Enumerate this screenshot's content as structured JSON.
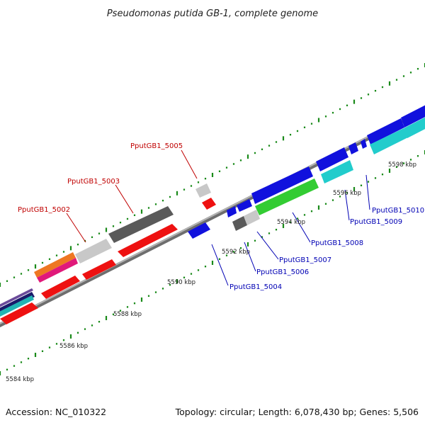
{
  "title": "Pseudomonas putida GB-1, complete genome",
  "footer": {
    "accession": "Accession: NC_010322",
    "summary": "Topology: circular; Length: 6,078,430 bp; Genes: 5,506"
  },
  "scale_labels": [
    "5584 kbp",
    "5586 kbp",
    "5588 kbp",
    "5590 kbp",
    "5592 kbp",
    "5594 kbp",
    "5596 kbp",
    "5598 kbp"
  ],
  "gene_labels": {
    "forward": [
      "PputGB1_5002",
      "PputGB1_5003",
      "PputGB1_5005"
    ],
    "reverse": [
      "PputGB1_5004",
      "PputGB1_5006",
      "PputGB1_5007",
      "PputGB1_5008",
      "PputGB1_5009",
      "PputGB1_5010"
    ]
  },
  "colors": {
    "forward_label": "#c00000",
    "reverse_label": "#0000b4",
    "tick": "#1a8a1a",
    "backbone": "#8c8c8c"
  }
}
